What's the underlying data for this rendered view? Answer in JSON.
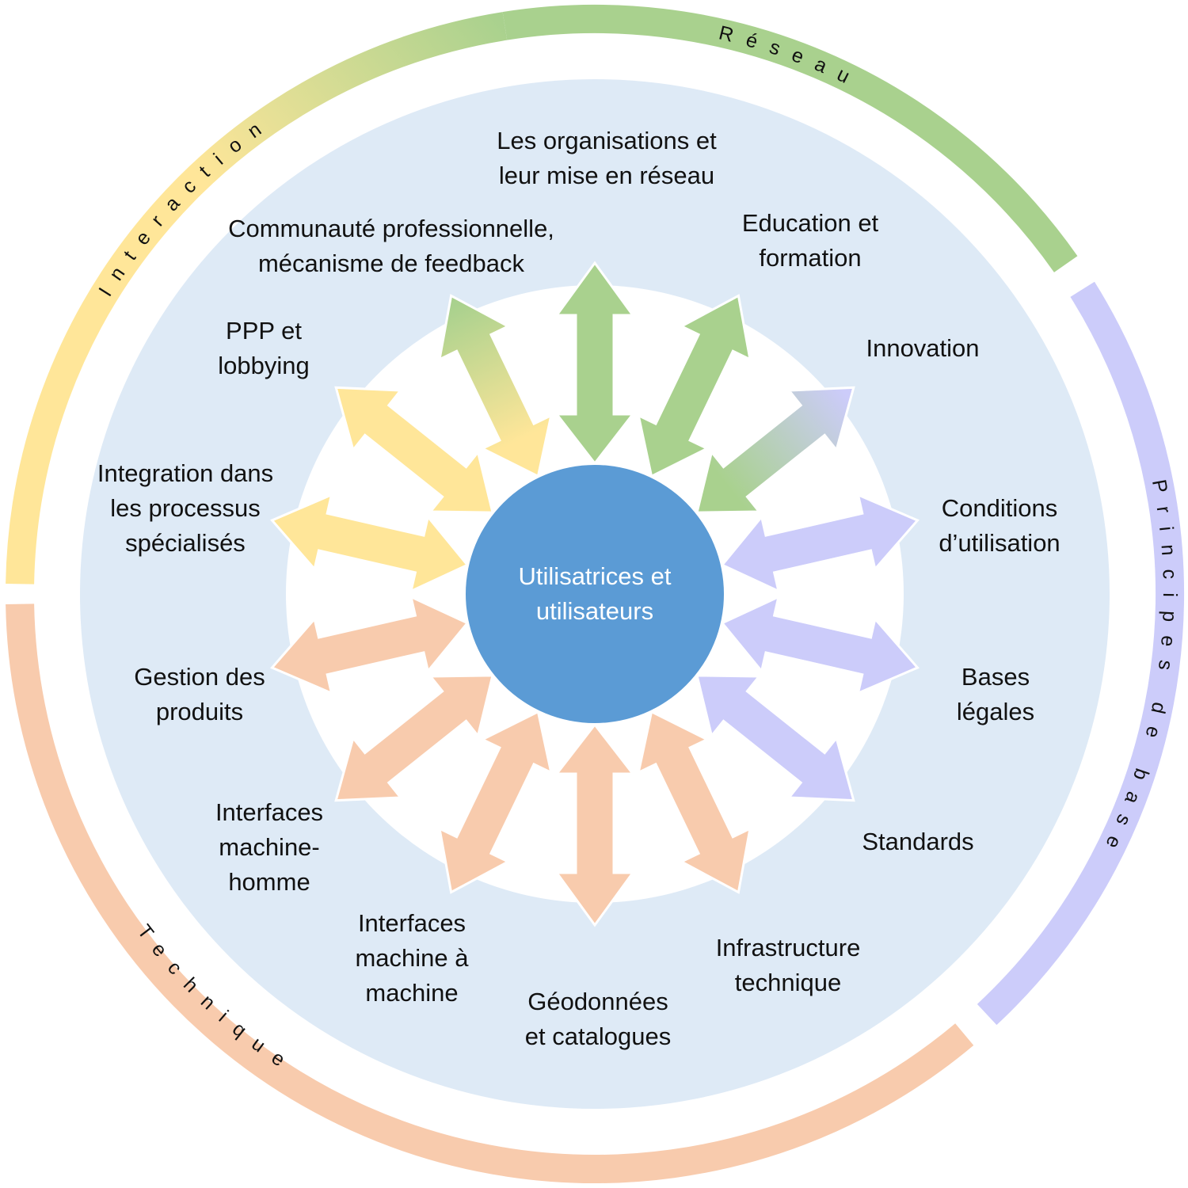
{
  "center": {
    "lines": [
      "Utilisatrices et",
      "utilisateurs"
    ]
  },
  "categories": [
    {
      "key": "reseau",
      "label": "Réseau",
      "color": "#a9d18e"
    },
    {
      "key": "principes",
      "label": "Principes de base",
      "color": "#ccccfa"
    },
    {
      "key": "technique",
      "label": "Technique",
      "color": "#f8cbad"
    },
    {
      "key": "interaction",
      "label": "Interaction",
      "color": "#ffe699"
    }
  ],
  "spokes": [
    {
      "lines": [
        "Les organisations et",
        "leur mise en réseau"
      ],
      "category": "reseau"
    },
    {
      "lines": [
        "Education et",
        "formation"
      ],
      "category": "reseau"
    },
    {
      "lines": [
        "Innovation"
      ],
      "category": "reseau",
      "blend": "principes"
    },
    {
      "lines": [
        "Conditions",
        "d’utilisation"
      ],
      "category": "principes"
    },
    {
      "lines": [
        "Bases",
        "légales"
      ],
      "category": "principes"
    },
    {
      "lines": [
        "Standards"
      ],
      "category": "principes"
    },
    {
      "lines": [
        "Infrastructure",
        "technique"
      ],
      "category": "technique"
    },
    {
      "lines": [
        "Géodonnées",
        "et catalogues"
      ],
      "category": "technique"
    },
    {
      "lines": [
        "Interfaces",
        "machine à",
        "machine"
      ],
      "category": "technique"
    },
    {
      "lines": [
        "Interfaces",
        "machine-",
        "homme"
      ],
      "category": "technique"
    },
    {
      "lines": [
        "Gestion des",
        "produits"
      ],
      "category": "technique"
    },
    {
      "lines": [
        "Integration dans",
        "les processus",
        "spécialisés"
      ],
      "category": "interaction"
    },
    {
      "lines": [
        "PPP et",
        "lobbying"
      ],
      "category": "interaction"
    },
    {
      "lines": [
        "Communauté professionnelle,",
        "mécanisme de feedback"
      ],
      "category": "interaction",
      "blend": "reseau"
    }
  ]
}
